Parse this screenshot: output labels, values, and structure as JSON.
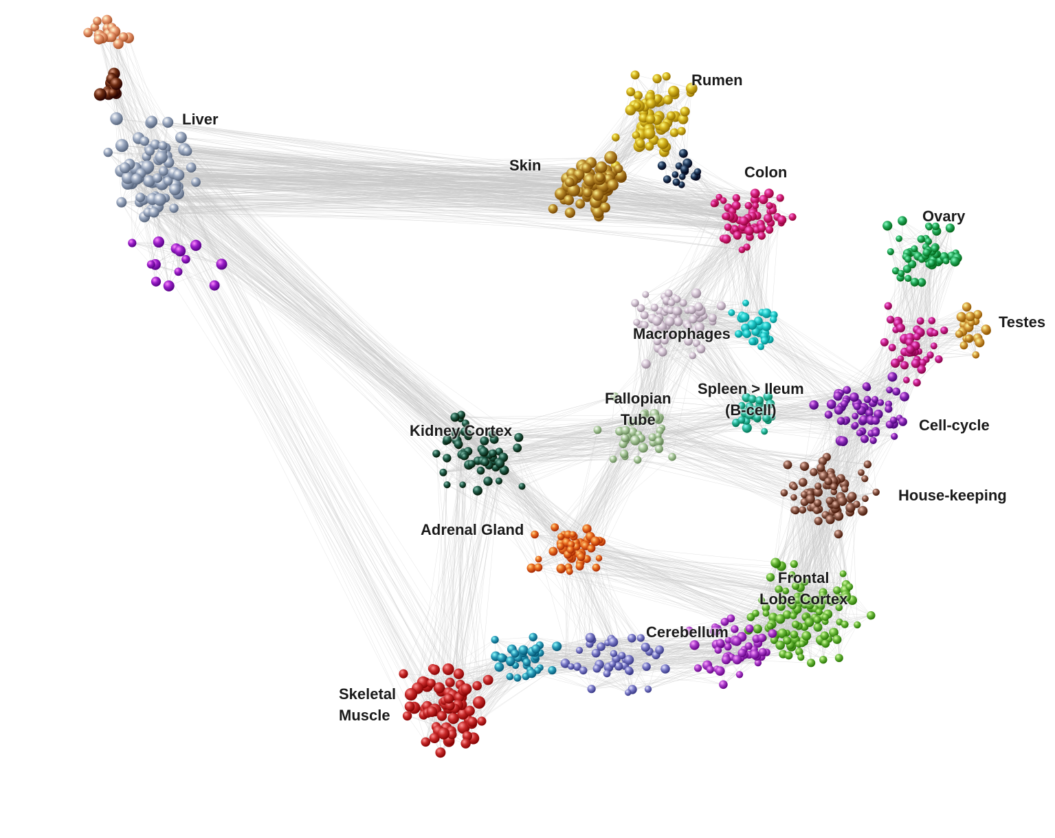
{
  "figure": {
    "background": "#ffffff",
    "edge_color": "#c8c8c8"
  },
  "clusters": [
    {
      "id": "liver",
      "label": "Liver",
      "color": "#9aa8c0"
    },
    {
      "id": "liver-salmon",
      "label": "",
      "color": "#e8936a"
    },
    {
      "id": "liver-brown",
      "label": "",
      "color": "#6b2a10"
    },
    {
      "id": "rumen",
      "label": "Rumen",
      "color": "#d4b21c"
    },
    {
      "id": "skin",
      "label": "Skin",
      "color": "#b8892a"
    },
    {
      "id": "colon",
      "label": "Colon",
      "color": "#d41e7a"
    },
    {
      "id": "navy",
      "label": "",
      "color": "#1f3a5a"
    },
    {
      "id": "ovary",
      "label": "Ovary",
      "color": "#22a85a"
    },
    {
      "id": "testes",
      "label": "Testes",
      "color": "#d49a3a"
    },
    {
      "id": "macrophages",
      "label": "Macrophages",
      "color": "#d8c8d8"
    },
    {
      "id": "cyan",
      "label": "",
      "color": "#1ec8c8"
    },
    {
      "id": "spleen",
      "label": "Spleen > Ileum\n(B-cell)",
      "color": "#2ab89a"
    },
    {
      "id": "fallopian",
      "label": "Fallopian\nTube",
      "color": "#a8c89a"
    },
    {
      "id": "kidney",
      "label": "Kidney Cortex",
      "color": "#1f5a48"
    },
    {
      "id": "cellcycle",
      "label": "Cell-cycle",
      "color": "#8a2ab8"
    },
    {
      "id": "housekeeping",
      "label": "House-keeping",
      "color": "#8a5a4a"
    },
    {
      "id": "adrenal",
      "label": "Adrenal Gland",
      "color": "#e86a1e"
    },
    {
      "id": "frontal",
      "label": "Frontal\nLobe Cortex",
      "color": "#6ab83a"
    },
    {
      "id": "cerebellum",
      "label": "Cerebellum",
      "color": "#a83ac8"
    },
    {
      "id": "slate",
      "label": "",
      "color": "#7a7ac8"
    },
    {
      "id": "muscle",
      "label": "Skeletal\nMuscle",
      "color": "#c82a2a"
    },
    {
      "id": "teal",
      "label": "",
      "color": "#2a9ab8"
    },
    {
      "id": "magenta",
      "label": "",
      "color": "#c81e8a"
    },
    {
      "id": "violet",
      "label": "",
      "color": "#9a1ec8"
    }
  ]
}
